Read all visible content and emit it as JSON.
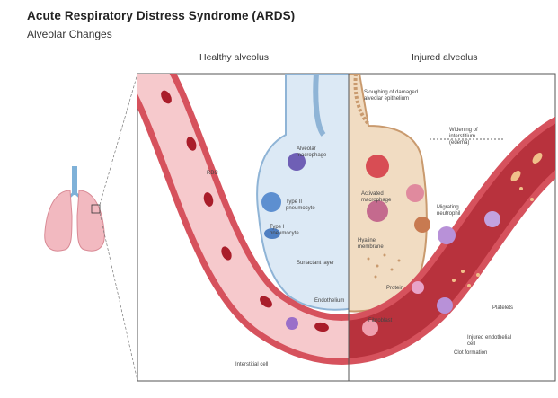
{
  "header": {
    "title": "Acute Respiratory Distress Syndrome (ARDS)",
    "subtitle": "Alveolar Changes"
  },
  "panels": {
    "left_label": "Healthy alveolus",
    "right_label": "Injured alveolus"
  },
  "healthy_labels": {
    "alveolar_macrophage": "Alveolar\nmacrophage",
    "type_ii": "Type II\npneumocyte",
    "type_i": "Type I\npneumocyte",
    "surfactant": "Surfactant layer",
    "endothelium": "Endothelium",
    "rbc": "RBC",
    "interstitial": "Interstitial cell"
  },
  "injured_labels": {
    "sloughing": "Sloughing of damaged\nalveolar epithelium",
    "widening": "Widening of\ninterstitium\n(edema)",
    "activated_macrophage": "Activated\nmacrophage",
    "migrating_neutrophil": "Migrating\nneutrophil",
    "hyaline": "Hyaline\nmembrane",
    "platelets": "Platelets",
    "protein": "Protein",
    "fibroblast": "Fibroblast",
    "injured_endothelium": "Injured endothelial\ncell",
    "clot": "Clot formation"
  },
  "colors": {
    "vessel_wall": "#d6525d",
    "vessel_lumen_healthy": "#f6c9cc",
    "vessel_lumen_injured": "#b8323d",
    "alveolus_healthy": "#dce9f5",
    "alveolus_injured": "#f1dcc2",
    "rbc": "#a91d2a",
    "lung": "#f2b9c0"
  }
}
